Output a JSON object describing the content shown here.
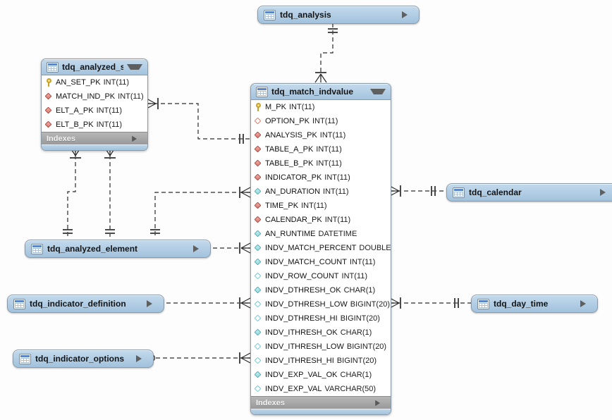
{
  "diagram": {
    "colors": {
      "table_header_blue": "#a5c4de",
      "indexes_bar_gray": "#a0a0a0",
      "pk_icon_yellow": "#e8c84a",
      "fk_icon_red": "#d87870",
      "column_icon_cyan": "#8ed8dd",
      "connector_black": "#2b2b2b"
    },
    "tables": {
      "tdq_analysis": {
        "title": "tdq_analysis"
      },
      "tdq_calendar": {
        "title": "tdq_calendar"
      },
      "tdq_analyzed_element": {
        "title": "tdq_analyzed_element"
      },
      "tdq_indicator_definition": {
        "title": "tdq_indicator_definition"
      },
      "tdq_day_time": {
        "title": "tdq_day_time"
      },
      "tdq_indicator_options": {
        "title": "tdq_indicator_options"
      },
      "tdq_analyzed_set": {
        "title": "tdq_analyzed_set",
        "indexes_label": "Indexes",
        "columns": [
          {
            "name": "AN_SET_PK",
            "type": "INT(11)",
            "icon": "primary-key"
          },
          {
            "name": "MATCH_IND_PK",
            "type": "INT(11)",
            "icon": "fk-notnull"
          },
          {
            "name": "ELT_A_PK",
            "type": "INT(11)",
            "icon": "fk-notnull"
          },
          {
            "name": "ELT_B_PK",
            "type": "INT(11)",
            "icon": "fk-notnull"
          }
        ]
      },
      "tdq_match_indvalue": {
        "title": "tdq_match_indvalue",
        "indexes_label": "Indexes",
        "columns": [
          {
            "name": "M_PK",
            "type": "INT(11)",
            "icon": "primary-key"
          },
          {
            "name": "OPTION_PK",
            "type": "INT(11)",
            "icon": "fk-nullable"
          },
          {
            "name": "ANALYSIS_PK",
            "type": "INT(11)",
            "icon": "fk-notnull"
          },
          {
            "name": "TABLE_A_PK",
            "type": "INT(11)",
            "icon": "fk-notnull"
          },
          {
            "name": "TABLE_B_PK",
            "type": "INT(11)",
            "icon": "fk-notnull"
          },
          {
            "name": "INDICATOR_PK",
            "type": "INT(11)",
            "icon": "fk-notnull"
          },
          {
            "name": "AN_DURATION",
            "type": "INT(11)",
            "icon": "notnull"
          },
          {
            "name": "TIME_PK",
            "type": "INT(11)",
            "icon": "fk-notnull"
          },
          {
            "name": "CALENDAR_PK",
            "type": "INT(11)",
            "icon": "fk-notnull"
          },
          {
            "name": "AN_RUNTIME",
            "type": "DATETIME",
            "icon": "notnull"
          },
          {
            "name": "INDV_MATCH_PERCENT",
            "type": "DOUBLE",
            "icon": "notnull"
          },
          {
            "name": "INDV_MATCH_COUNT",
            "type": "INT(11)",
            "icon": "notnull"
          },
          {
            "name": "INDV_ROW_COUNT",
            "type": "INT(11)",
            "icon": "nullable"
          },
          {
            "name": "INDV_DTHRESH_OK",
            "type": "CHAR(1)",
            "icon": "notnull"
          },
          {
            "name": "INDV_DTHRESH_LOW",
            "type": "BIGINT(20)",
            "icon": "nullable"
          },
          {
            "name": "INDV_DTHRESH_HI",
            "type": "BIGINT(20)",
            "icon": "nullable"
          },
          {
            "name": "INDV_ITHRESH_OK",
            "type": "CHAR(1)",
            "icon": "notnull"
          },
          {
            "name": "INDV_ITHRESH_LOW",
            "type": "BIGINT(20)",
            "icon": "nullable"
          },
          {
            "name": "INDV_ITHRESH_HI",
            "type": "BIGINT(20)",
            "icon": "nullable"
          },
          {
            "name": "INDV_EXP_VAL_OK",
            "type": "CHAR(1)",
            "icon": "notnull"
          },
          {
            "name": "INDV_EXP_VAL",
            "type": "VARCHAR(50)",
            "icon": "nullable"
          }
        ]
      }
    }
  }
}
